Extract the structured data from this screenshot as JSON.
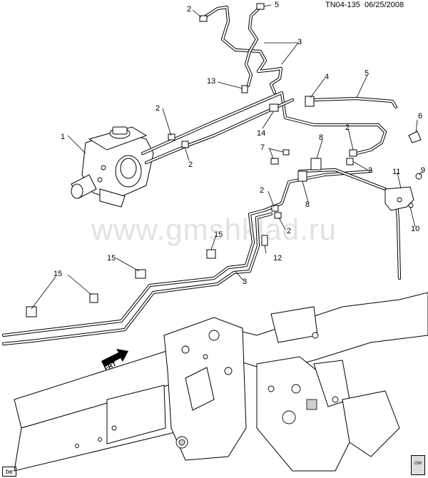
{
  "header": {
    "code": "TN04-135",
    "date": "06/25/2008"
  },
  "watermark": "www.gmshklad.ru",
  "front_arrow": "FRT",
  "lang_badge": "be",
  "gm_icon_text": "GM",
  "callouts": {
    "c1": "1",
    "c2a": "2",
    "c2b": "2",
    "c2c": "2",
    "c2d": "2",
    "c2e": "2",
    "c2f": "2",
    "c2g": "2",
    "c3a": "3",
    "c3b": "3",
    "c4": "4",
    "c5a": "5",
    "c5b": "5",
    "c6": "6",
    "c7": "7",
    "c8a": "8",
    "c8b": "8",
    "c9": "9",
    "c10": "10",
    "c11": "11",
    "c12": "12",
    "c13": "13",
    "c14": "14",
    "c15a": "15",
    "c15b": "15",
    "c15c": "15"
  },
  "colors": {
    "line": "#000000",
    "background": "#ffffff",
    "watermark": "#969696"
  },
  "icons": [
    "master-cylinder",
    "brake-pipe",
    "clip",
    "bracket",
    "front-arrow",
    "frame-rail",
    "gm-logo"
  ]
}
